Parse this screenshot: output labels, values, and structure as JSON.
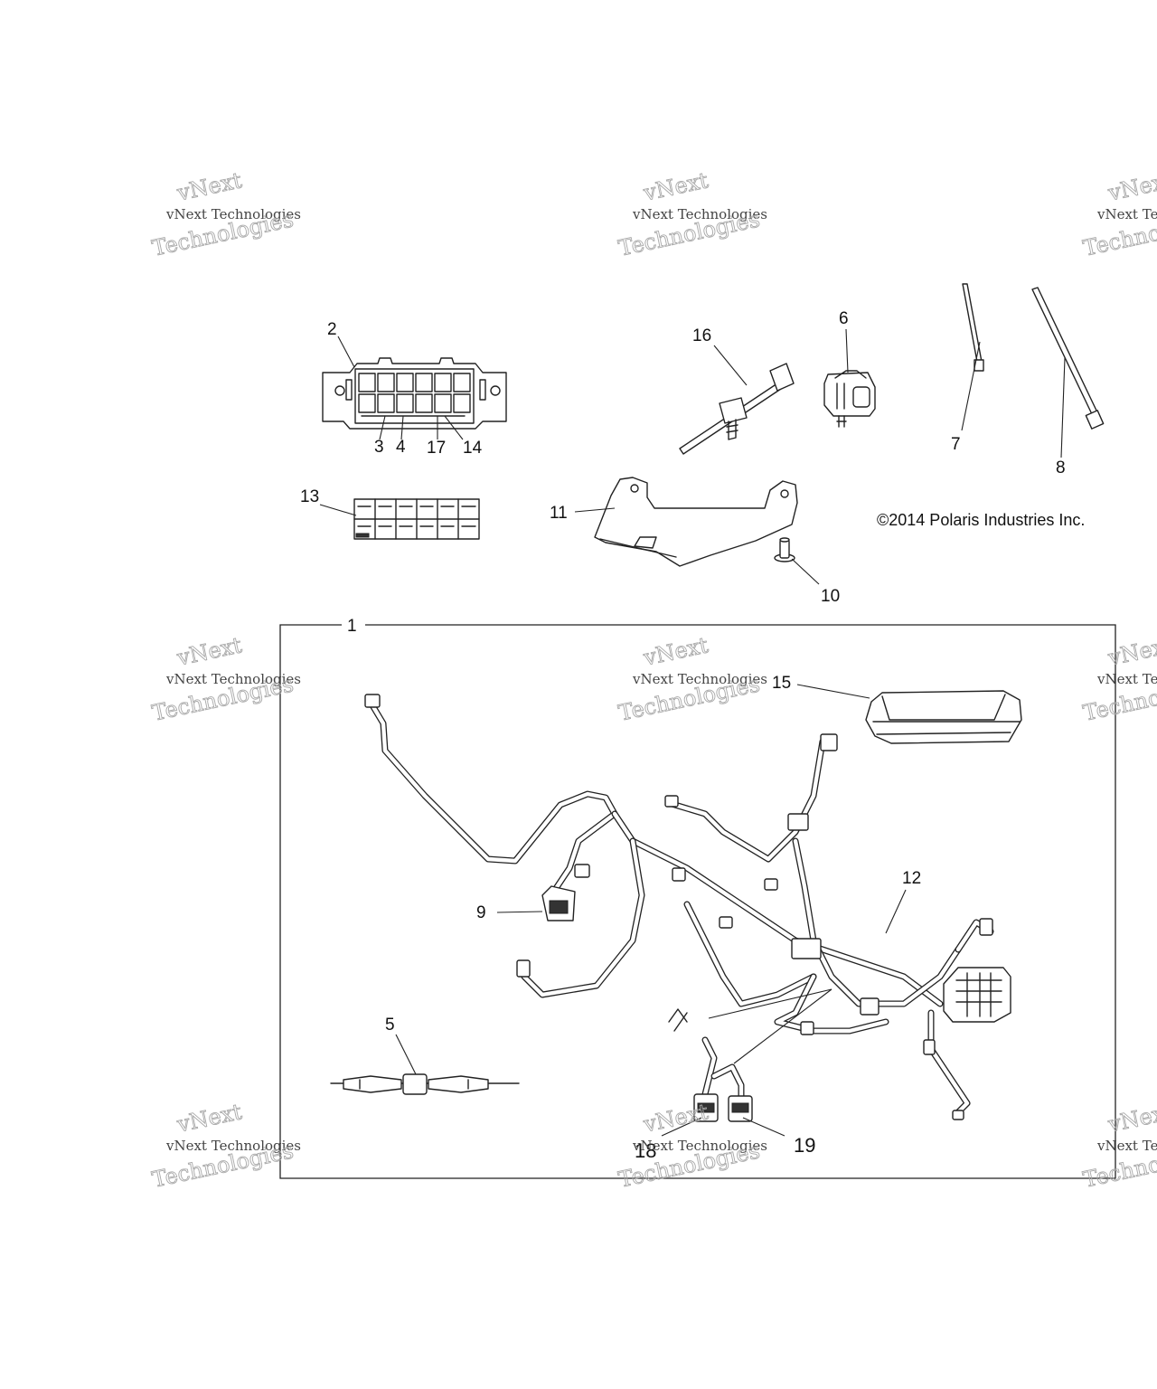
{
  "copyright": "©2014 Polaris Industries Inc.",
  "watermark": {
    "line1": "vNext Technologies",
    "line2a": "vNext",
    "line2b": "Technologies"
  },
  "callouts": {
    "c1": "1",
    "c2": "2",
    "c3": "3",
    "c4": "4",
    "c5": "5",
    "c6": "6",
    "c7": "7",
    "c8": "8",
    "c9": "9",
    "c10": "10",
    "c11": "11",
    "c12": "12",
    "c13": "13",
    "c14": "14",
    "c15": "15",
    "c16": "16",
    "c17": "17",
    "c18": "18",
    "c19": "19"
  }
}
